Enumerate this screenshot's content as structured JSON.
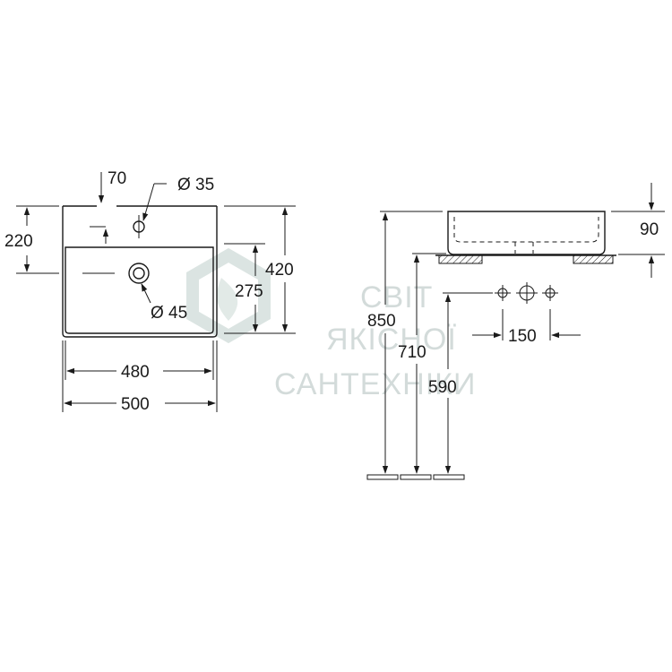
{
  "watermark": {
    "lines": [
      "СВІТ",
      "ЯКІСНОЇ",
      "САНТЕХНІКИ"
    ],
    "logo_icon": "drop-shield-logo-icon"
  },
  "front_view": {
    "tap_hole_offset": "70",
    "tap_hole_diameter": "Ø 35",
    "height_to_tap_hole": "220",
    "inner_depth": "275",
    "total_depth": "420",
    "drain_diameter": "Ø 45",
    "inner_width": "480",
    "total_width": "500"
  },
  "side_view": {
    "basin_height": "90",
    "mount_height": "850",
    "waste_height": "710",
    "water_supply_height": "590",
    "valve_spacing": "150"
  },
  "colors": {
    "line": "#1a1a1a",
    "watermark": "#cfd8d6"
  }
}
